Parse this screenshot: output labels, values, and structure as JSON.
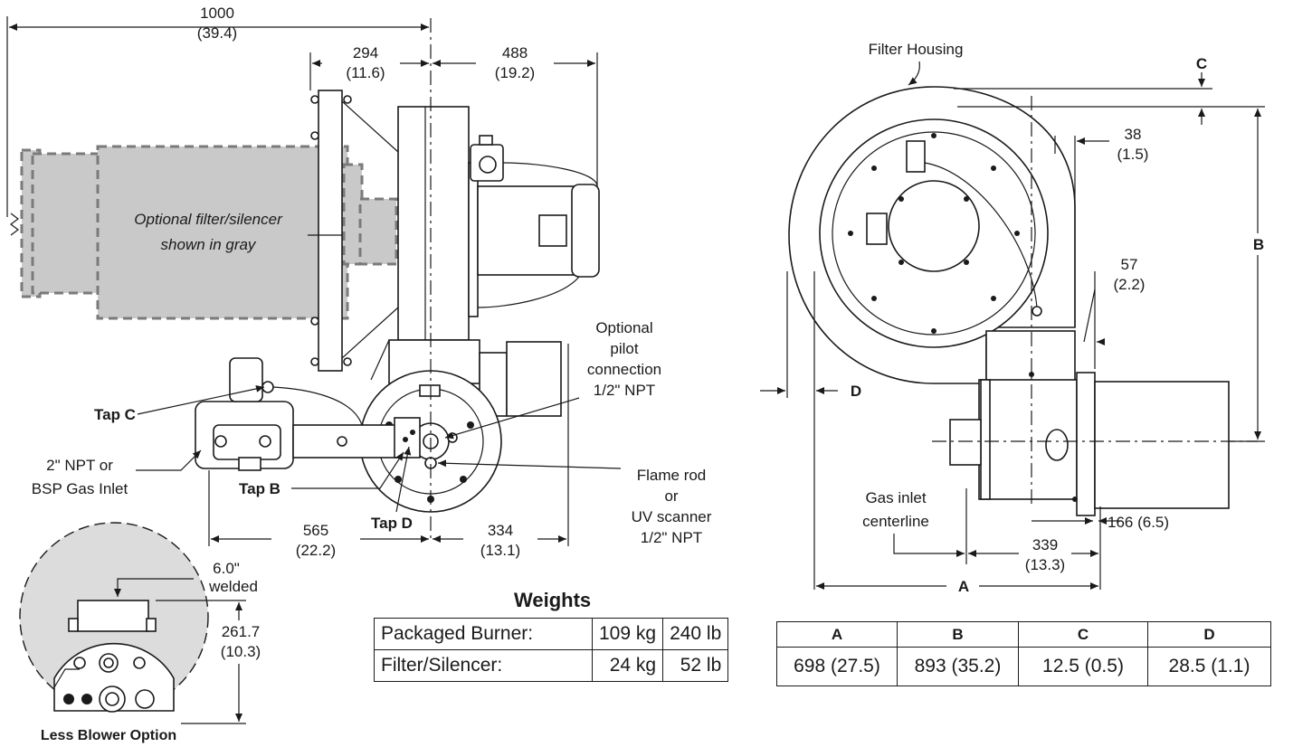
{
  "dimensions": {
    "overall_length": {
      "mm": "1000",
      "in": "(39.4)"
    },
    "filter_offset": {
      "mm": "294",
      "in": "(11.6)"
    },
    "motor_offset": {
      "mm": "488",
      "in": "(19.2)"
    },
    "inlet_to_center": {
      "mm": "565",
      "in": "(22.2)"
    },
    "center_to_edge": {
      "mm": "334",
      "in": "(13.1)"
    },
    "flange_38": {
      "mm": "38",
      "in": "(1.5)"
    },
    "flange_57": {
      "mm": "57",
      "in": "(2.2)"
    },
    "tube_166": "166 (6.5)",
    "inlet_339": {
      "mm": "339",
      "in": "(13.3)"
    },
    "less_blower_height": {
      "mm": "261.7",
      "in": "(10.3)"
    }
  },
  "letters": {
    "a": "A",
    "b": "B",
    "c": "C",
    "d": "D"
  },
  "labels": {
    "filter_note_line1": "Optional filter/silencer",
    "filter_note_line2": "shown in gray",
    "filter_housing": "Filter Housing",
    "pilot": [
      "Optional",
      "pilot",
      "connection",
      "1/2\" NPT"
    ],
    "flame": [
      "Flame rod",
      "or",
      "UV scanner",
      "1/2\" NPT"
    ],
    "gas_inlet_line1": "2\" NPT or",
    "gas_inlet_line2": "BSP Gas Inlet",
    "tap_b": "Tap B",
    "tap_c": "Tap C",
    "tap_d": "Tap D",
    "gas_centerline_line1": "Gas inlet",
    "gas_centerline_line2": "centerline",
    "welded_line1": "6.0\"",
    "welded_line2": "welded",
    "less_blower": "Less Blower Option"
  },
  "weights": {
    "title": "Weights",
    "rows": [
      {
        "name": "Packaged Burner:",
        "kg": "109 kg",
        "lb": "240 lb"
      },
      {
        "name": "Filter/Silencer:",
        "kg": "24 kg",
        "lb": "52 lb"
      }
    ]
  },
  "dimension_table": {
    "headers": [
      "A",
      "B",
      "C",
      "D"
    ],
    "values": [
      "698 (27.5)",
      "893 (35.2)",
      "12.5 (0.5)",
      "28.5 (1.1)"
    ]
  }
}
